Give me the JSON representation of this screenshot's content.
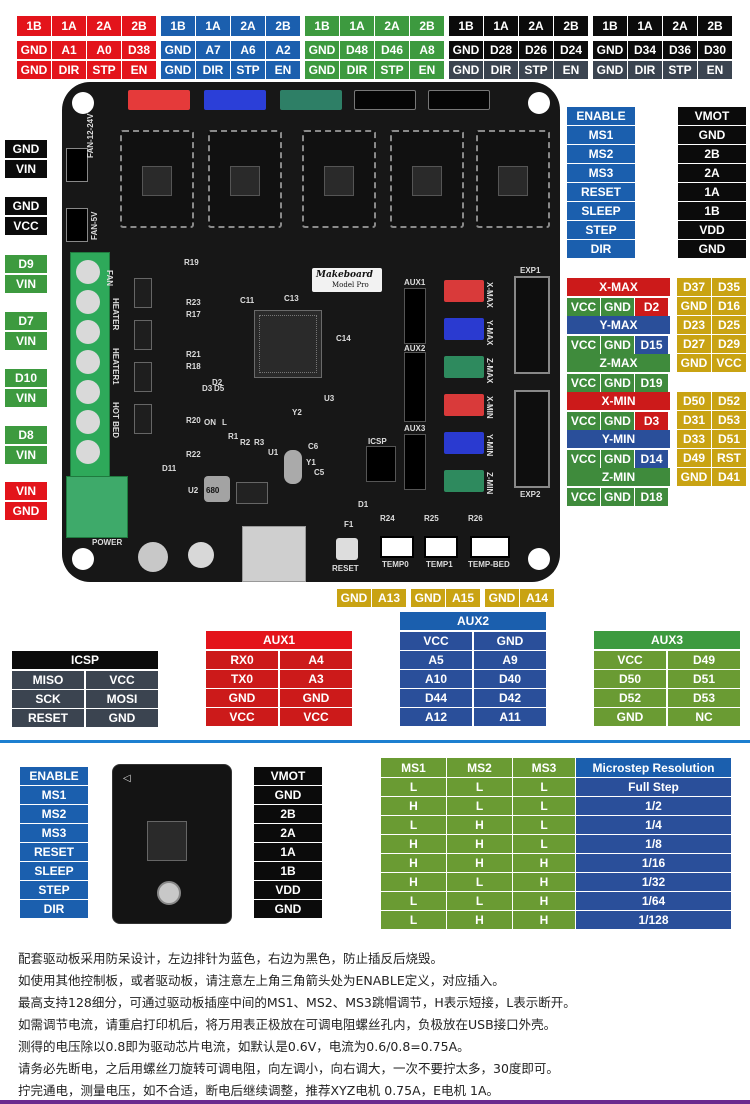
{
  "top_groups": [
    {
      "color": "red",
      "row1": [
        "1B",
        "1A",
        "2A",
        "2B"
      ],
      "row2": [
        "GND",
        "A1",
        "A0",
        "D38"
      ],
      "row3": [
        "GND",
        "DIR",
        "STP",
        "EN"
      ]
    },
    {
      "color": "blue",
      "row1": [
        "1B",
        "1A",
        "2A",
        "2B"
      ],
      "row2": [
        "GND",
        "A7",
        "A6",
        "A2"
      ],
      "row3": [
        "GND",
        "DIR",
        "STP",
        "EN"
      ]
    },
    {
      "color": "green",
      "row1": [
        "1B",
        "1A",
        "2A",
        "2B"
      ],
      "row2": [
        "GND",
        "D48",
        "D46",
        "A8"
      ],
      "row3": [
        "GND",
        "DIR",
        "STP",
        "EN"
      ]
    },
    {
      "color": "black",
      "row1": [
        "1B",
        "1A",
        "2A",
        "2B"
      ],
      "row2": [
        "GND",
        "D28",
        "D26",
        "D24"
      ],
      "row3": [
        "GND",
        "DIR",
        "STP",
        "EN"
      ]
    },
    {
      "color": "black",
      "row1": [
        "1B",
        "1A",
        "2A",
        "2B"
      ],
      "row2": [
        "GND",
        "D34",
        "D36",
        "D30"
      ],
      "row3": [
        "GND",
        "DIR",
        "STP",
        "EN"
      ]
    }
  ],
  "left_power": [
    {
      "color": "black",
      "top": "GND",
      "bottom": "VIN"
    },
    {
      "color": "black",
      "top": "GND",
      "bottom": "VCC"
    },
    {
      "color": "green",
      "top": "D9",
      "bottom": "VIN"
    },
    {
      "color": "green",
      "top": "D7",
      "bottom": "VIN"
    },
    {
      "color": "green",
      "top": "D10",
      "bottom": "VIN"
    },
    {
      "color": "green",
      "top": "D8",
      "bottom": "VIN"
    },
    {
      "color": "red",
      "top": "VIN",
      "bottom": "GND"
    }
  ],
  "driver_left": [
    "ENABLE",
    "MS1",
    "MS2",
    "MS3",
    "RESET",
    "SLEEP",
    "STEP",
    "DIR"
  ],
  "driver_right": [
    "VMOT",
    "GND",
    "2B",
    "2A",
    "1A",
    "1B",
    "VDD",
    "GND"
  ],
  "endstops": [
    {
      "name": "X-MAX",
      "color": "red",
      "pins": [
        "VCC",
        "GND",
        "D2"
      ]
    },
    {
      "name": "Y-MAX",
      "color": "blue",
      "pins": [
        "VCC",
        "GND",
        "D15"
      ]
    },
    {
      "name": "Z-MAX",
      "color": "green",
      "pins": [
        "VCC",
        "GND",
        "D19"
      ]
    },
    {
      "name": "X-MIN",
      "color": "red",
      "pins": [
        "VCC",
        "GND",
        "D3"
      ]
    },
    {
      "name": "Y-MIN",
      "color": "blue",
      "pins": [
        "VCC",
        "GND",
        "D14"
      ]
    },
    {
      "name": "Z-MIN",
      "color": "green",
      "pins": [
        "VCC",
        "GND",
        "D18"
      ]
    }
  ],
  "exp1": [
    [
      "D37",
      "D35"
    ],
    [
      "GND",
      "D16"
    ],
    [
      "D23",
      "D25"
    ],
    [
      "D27",
      "D29"
    ],
    [
      "GND",
      "VCC"
    ]
  ],
  "exp2": [
    [
      "D50",
      "D52"
    ],
    [
      "D31",
      "D53"
    ],
    [
      "D33",
      "D51"
    ],
    [
      "D49",
      "RST"
    ],
    [
      "GND",
      "D41"
    ]
  ],
  "temps": [
    [
      "GND",
      "A13"
    ],
    [
      "GND",
      "A15"
    ],
    [
      "GND",
      "A14"
    ]
  ],
  "icsp": {
    "title": "ICSP",
    "rows": [
      [
        "MISO",
        "VCC"
      ],
      [
        "SCK",
        "MOSI"
      ],
      [
        "RESET",
        "GND"
      ]
    ]
  },
  "aux1": {
    "title": "AUX1",
    "rows": [
      [
        "RX0",
        "A4"
      ],
      [
        "TX0",
        "A3"
      ],
      [
        "GND",
        "GND"
      ],
      [
        "VCC",
        "VCC"
      ]
    ]
  },
  "aux2": {
    "title": "AUX2",
    "rows": [
      [
        "VCC",
        "GND"
      ],
      [
        "A5",
        "A9"
      ],
      [
        "A10",
        "D40"
      ],
      [
        "D44",
        "D42"
      ],
      [
        "A12",
        "A11"
      ]
    ]
  },
  "aux3": {
    "title": "AUX3",
    "rows": [
      [
        "VCC",
        "D49"
      ],
      [
        "D50",
        "D51"
      ],
      [
        "D52",
        "D53"
      ],
      [
        "GND",
        "NC"
      ]
    ]
  },
  "micro": {
    "headers": [
      "MS1",
      "MS2",
      "MS3",
      "Microstep Resolution"
    ],
    "rows": [
      [
        "L",
        "L",
        "L",
        "Full Step"
      ],
      [
        "H",
        "L",
        "L",
        "1/2"
      ],
      [
        "L",
        "H",
        "L",
        "1/4"
      ],
      [
        "H",
        "H",
        "L",
        "1/8"
      ],
      [
        "H",
        "H",
        "H",
        "1/16"
      ],
      [
        "H",
        "L",
        "H",
        "1/32"
      ],
      [
        "L",
        "L",
        "H",
        "1/64"
      ],
      [
        "L",
        "H",
        "H",
        "1/128"
      ]
    ]
  },
  "board": {
    "brand": "Makeboard",
    "model": "Model Pro",
    "silk": [
      "FAN-12-24V",
      "FAN-5V",
      "FAN",
      "HEATER",
      "HEATER1",
      "HOT BED",
      "POWER",
      "RESET",
      "TEMP0",
      "TEMP1",
      "TEMP-BED",
      "X-MAX",
      "Y-MAX",
      "Z-MAX",
      "X-MIN",
      "Y-MIN",
      "Z-MIN",
      "AUX1",
      "AUX2",
      "AUX3",
      "ICSP",
      "EXP1",
      "EXP2",
      "680",
      "C11",
      "C13",
      "U3",
      "U2",
      "U1",
      "Y1",
      "Y2",
      "D1",
      "D2",
      "D3",
      "D5",
      "R19",
      "R23",
      "R17",
      "R21",
      "R18",
      "R22",
      "R20",
      "R24",
      "R25",
      "R26",
      "R1",
      "R2",
      "R3",
      "D11",
      "C14",
      "C5",
      "C6",
      "F1",
      "ON",
      "L"
    ]
  },
  "notes": [
    "配套驱动板采用防呆设计，左边排针为蓝色，右边为黑色，防止插反后烧毁。",
    "如使用其他控制板，或者驱动板，请注意左上角三角箭头处为ENABLE定义，对应插入。",
    "最高支持128细分，可通过驱动板插座中间的MS1、MS2、MS3跳帽调节，H表示短接，L表示断开。",
    "如需调节电流，请重启打印机后，将万用表正极放在可调电阻螺丝孔内，负极放在USB接口外壳。",
    "测得的电压除以0.8即为驱动芯片电流，如默认是0.6V，电流为0.6/0.8=0.75A。",
    "请务必先断电，之后用螺丝刀旋转可调电阻，向左调小，向右调大，一次不要拧太多，30度即可。",
    "拧完通电，测量电压，如不合适，断电后继续调整，推荐XYZ电机 0.75A，E电机 1A。"
  ]
}
